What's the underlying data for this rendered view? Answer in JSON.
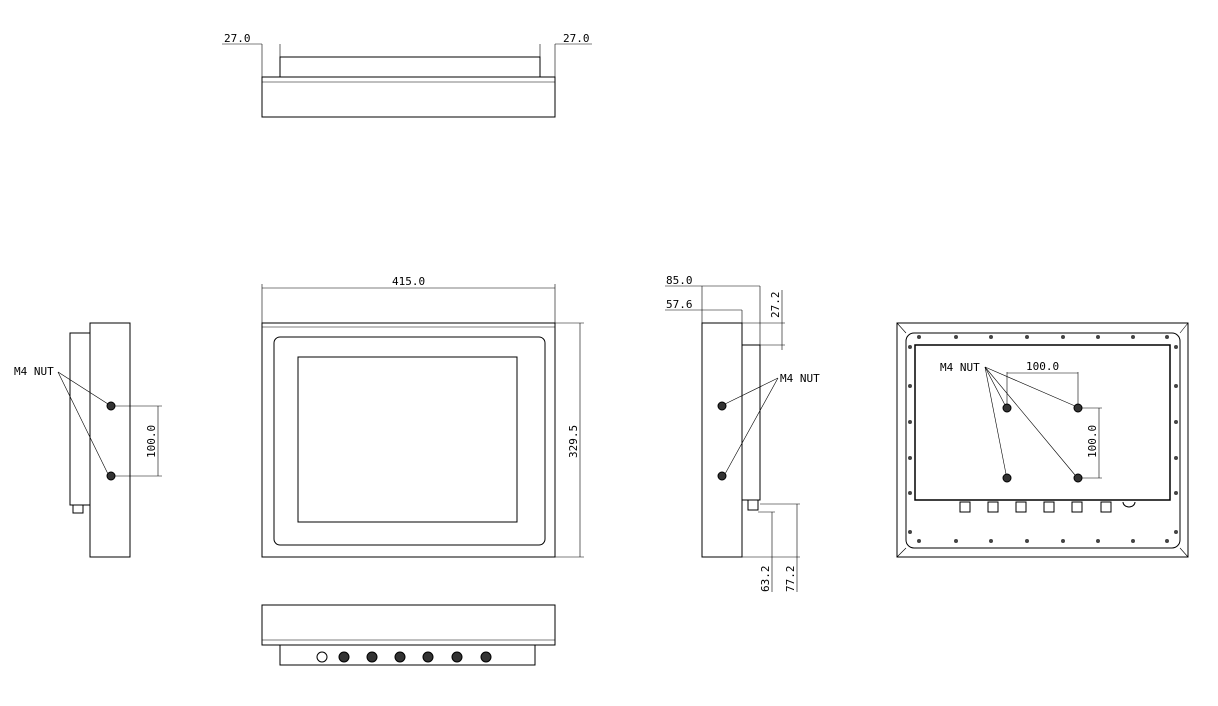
{
  "views": {
    "top": {
      "dim_left": "27.0",
      "dim_right": "27.0"
    },
    "left_side": {
      "label": "M4 NUT",
      "dim_vertical": "100.0"
    },
    "front": {
      "dim_width": "415.0",
      "dim_height": "329.5"
    },
    "right_side": {
      "dim_depth_total": "85.0",
      "dim_depth_body": "57.6",
      "dim_top_offset": "27.2",
      "label": "M4 NUT",
      "dim_bottom_1": "63.2",
      "dim_bottom_2": "77.2"
    },
    "rear": {
      "label": "M4 NUT",
      "dim_horizontal": "100.0",
      "dim_vertical": "100.0"
    }
  }
}
